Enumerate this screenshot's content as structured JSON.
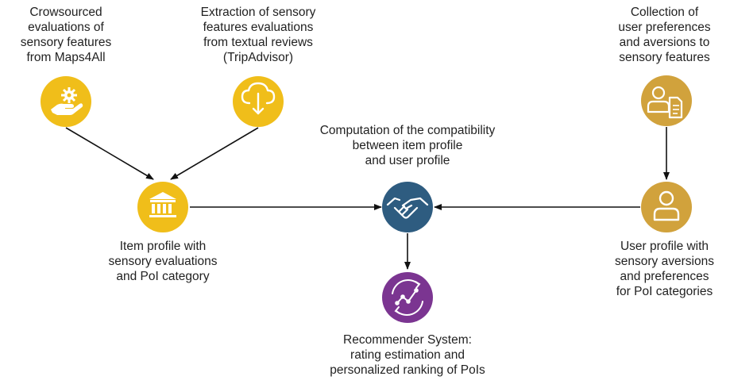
{
  "labels": {
    "crowdsourced": "Crowsourced\nevaluations of\nsensory features\nfrom Maps4All",
    "extraction": "Extraction of sensory\nfeatures evaluations\nfrom textual reviews\n(TripAdvisor)",
    "collection": "Collection of\nuser preferences\nand aversions to\nsensory features",
    "computation": "Computation of the compatibility\nbetween item profile\nand user profile",
    "item_profile": "Item profile with\nsensory evaluations\nand PoI category",
    "user_profile": "User profile with\nsensory aversions\nand preferences\nfor PoI categories",
    "recommender": "Recommender System:\nrating estimation and\npersonalized ranking of PoIs"
  },
  "icons": {
    "crowdsourced": "hand-gear-icon",
    "extraction": "cloud-download-icon",
    "collection": "user-document-icon",
    "item_profile": "museum-icon",
    "user_profile": "user-icon",
    "computation": "handshake-icon",
    "recommender": "chart-cycle-icon"
  },
  "colors": {
    "yellow": "#F0BE1A",
    "gold": "#D1A23C",
    "blue": "#2E5C80",
    "purple": "#7B3591",
    "arrow": "#111111"
  }
}
